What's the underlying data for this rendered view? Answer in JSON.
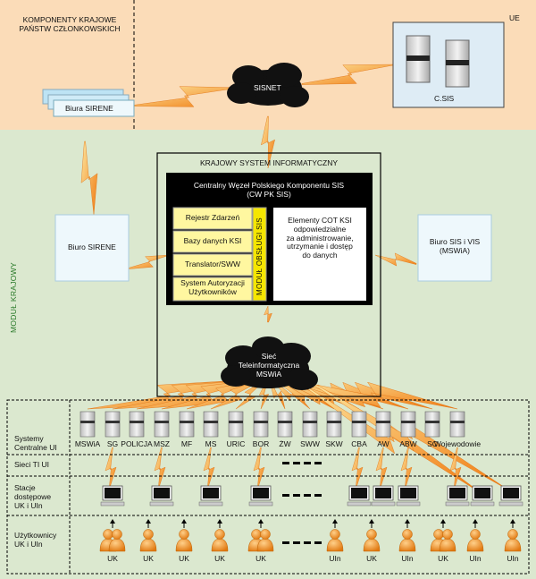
{
  "regions": {
    "member_states_label": "KOMPONENTY KRAJOWE\nPAŃSTW CZŁONKOWSKICH",
    "eu_label": "UE",
    "national_module_label": "MODUŁ KRAJOWY"
  },
  "nodes": {
    "sisnet": "SISNET",
    "csis": "C.SIS",
    "biura_sirene_top": "Biura SIRENE",
    "biuro_sirene": "Biuro SIRENE",
    "biuro_sis_vis": "Biuro SIS i VIS\n(MSWiA)",
    "ksi_title": "KRAJOWY SYSTEM INFORMATYCZNY",
    "cw_title": "Centralny Węzeł Polskiego Komponentu SIS\n(CW PK SIS)",
    "modules": [
      "Rejestr Zdarzeń",
      "Bazy danych KSI",
      "Translator/SWW",
      "System Autoryzacji\nUżytkowników"
    ],
    "modul_obslugi": "MODUŁ OBSŁUGI SIS",
    "elementy_cot": "Elementy COT KSI\nodpowiedzialne\nza administrowanie,\nutrzymanie i dostęp\ndo danych",
    "siec_tele": "Sieć\nTeleinformatyczna\nMSWiA"
  },
  "rows": {
    "systemy": "Systemy\nCentralne UI",
    "sieci": "Sieci TI UI",
    "stacje": "Stacje\ndostępowe\nUK i UIn",
    "uzytkownicy": "Użytkownicy\nUK i UIn"
  },
  "central_systems": [
    "MSWiA",
    "SG",
    "POLICJA",
    "MSZ",
    "MF",
    "MS",
    "URIC",
    "BOR",
    "ŻW",
    "SWW",
    "SKW",
    "CBA",
    "AW",
    "ABW",
    "SC",
    "Wojewodowie"
  ],
  "users": [
    "UK",
    "UK",
    "UK",
    "UK",
    "UK",
    "UIn",
    "UK",
    "UIn",
    "UK",
    "UIn",
    "UIn"
  ],
  "colors": {
    "top_region": "#fbdcb8",
    "bottom_region": "#dbe8cf",
    "lightning": "#f08a1c",
    "module_box": "#fff7a0",
    "module_bar": "#f5e600",
    "server_box": "#deecf5"
  }
}
